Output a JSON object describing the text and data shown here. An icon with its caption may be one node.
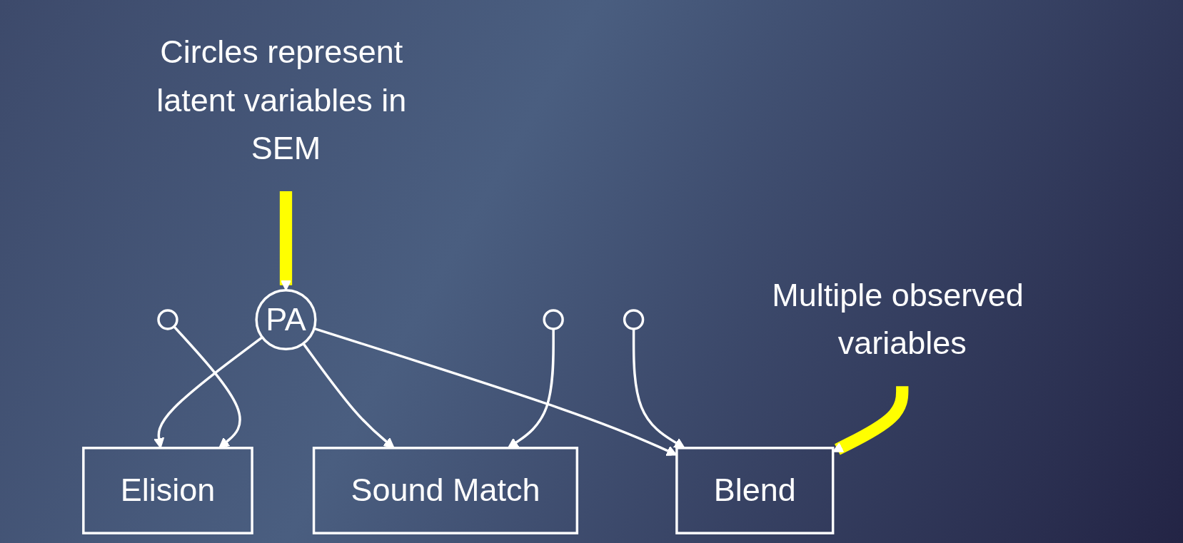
{
  "diagram": {
    "nodes": [
      {
        "text": [
          "PA"
        ]
      },
      {
        "text": [
          "Elision"
        ]
      },
      {
        "text": [
          "Sound Match"
        ]
      },
      {
        "text": [
          "Blend"
        ]
      },
      {
        "text": [],
        "shape": "circle"
      },
      {
        "text": [],
        "shape": "circle"
      },
      {
        "text": [],
        "shape": "circle"
      },
      {
        "text": [
          "Circles represent latent variables in SEM"
        ]
      },
      {
        "text": [
          "Multiple observed variables"
        ]
      }
    ],
    "edges": [
      {
        "from": 0,
        "to": 1,
        "arrow": "to"
      },
      {
        "from": 0,
        "to": 2,
        "arrow": "to"
      },
      {
        "from": 0,
        "to": 3,
        "arrow": "to"
      },
      {
        "from": 4,
        "to": 1,
        "arrow": "to"
      },
      {
        "from": 5,
        "to": 2,
        "arrow": "to"
      },
      {
        "from": 6,
        "to": 3,
        "arrow": "to"
      },
      {
        "from": 7,
        "to": 0,
        "arrow": "to",
        "style": "thick",
        "color": "#ffff00"
      },
      {
        "from": 8,
        "to": 3,
        "arrow": "to",
        "style": "thick",
        "color": "#ffff00"
      }
    ]
  }
}
